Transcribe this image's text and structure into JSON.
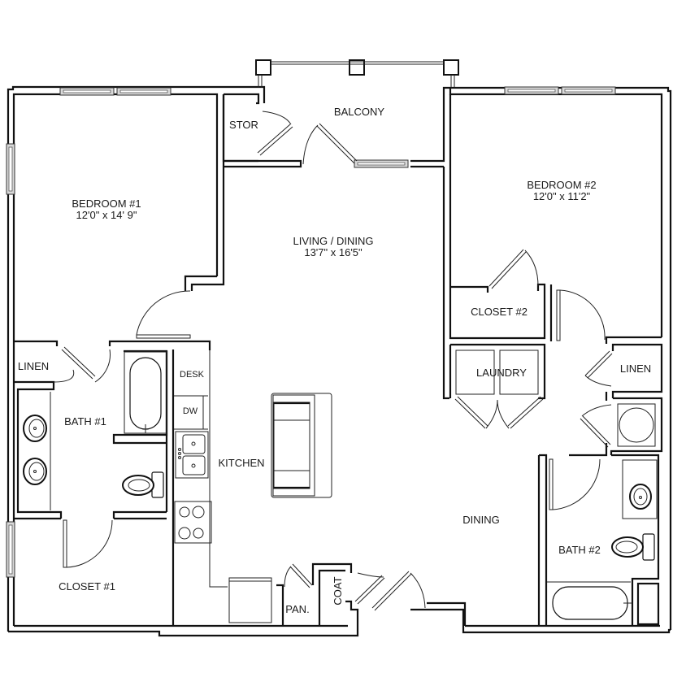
{
  "floorplan": {
    "rooms": [
      {
        "id": "bedroom1",
        "name": "BEDROOM #1",
        "dimensions": "12'0\" x 14' 9\""
      },
      {
        "id": "stor",
        "name": "STOR"
      },
      {
        "id": "balcony",
        "name": "BALCONY"
      },
      {
        "id": "living",
        "name": "LIVING / DINING",
        "dimensions": "13'7\" x 16'5\""
      },
      {
        "id": "bedroom2",
        "name": "BEDROOM #2",
        "dimensions": "12'0\" x 11'2\""
      },
      {
        "id": "closet2",
        "name": "CLOSET #2"
      },
      {
        "id": "laundry",
        "name": "LAUNDRY"
      },
      {
        "id": "linen2",
        "name": "LINEN"
      },
      {
        "id": "linen1",
        "name": "LINEN"
      },
      {
        "id": "bath1",
        "name": "BATH #1"
      },
      {
        "id": "desk",
        "name": "DESK"
      },
      {
        "id": "dw",
        "name": "DW"
      },
      {
        "id": "kitchen",
        "name": "KITCHEN"
      },
      {
        "id": "dining",
        "name": "DINING"
      },
      {
        "id": "bath2",
        "name": "BATH #2"
      },
      {
        "id": "closet1",
        "name": "CLOSET #1"
      },
      {
        "id": "pantry",
        "name": "PAN."
      },
      {
        "id": "coat",
        "name": "COAT"
      }
    ],
    "colors": {
      "wall": "#111111",
      "background": "#ffffff",
      "window_fill": "#d9d9d9"
    }
  }
}
